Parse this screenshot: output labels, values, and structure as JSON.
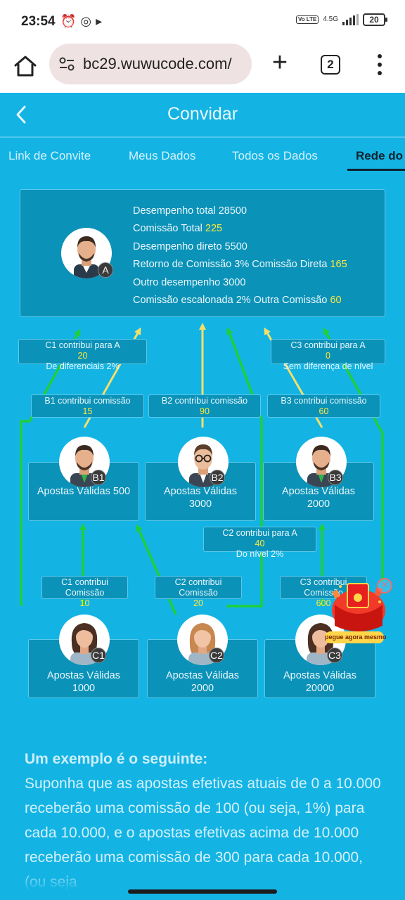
{
  "status_bar": {
    "time": "23:54",
    "network": "4.5G",
    "volte": "Vo LTE",
    "battery": "20"
  },
  "browser": {
    "url": "bc29.wuwucode.com/",
    "tab_count": "2"
  },
  "header": {
    "title": "Convidar"
  },
  "tabs": [
    {
      "label": "Link de Convite",
      "active": false
    },
    {
      "label": "Meus Dados",
      "active": false
    },
    {
      "label": "Todos os Dados",
      "active": false
    },
    {
      "label": "Rede do",
      "active": true
    }
  ],
  "top_card": {
    "badge": "A",
    "lines": [
      {
        "text": "Desempenho total 28500",
        "value": ""
      },
      {
        "text": "Comissão Total",
        "value": "225"
      },
      {
        "text": "Desempenho direto 5500",
        "value": ""
      },
      {
        "text": "Retorno de Comissão 3% Comissão Direta",
        "value": "165"
      },
      {
        "text": "Outro desempenho 3000",
        "value": ""
      },
      {
        "text": "Comissão escalonada 2% Outra Comissão",
        "value": "60"
      }
    ]
  },
  "labels": {
    "c1_a": {
      "line1": "C1 contribui para A",
      "value": "20",
      "line2": "De diferenciais 2%"
    },
    "c3_a": {
      "line1": "C3 contribui para A",
      "value": "0",
      "line2": "Sem diferença de nível"
    },
    "b1": {
      "line1": "B1 contribui comissão",
      "value": "15"
    },
    "b2": {
      "line1": "B2 contribui comissão",
      "value": "90"
    },
    "b3": {
      "line1": "B3 contribui comissão",
      "value": "60"
    },
    "c2_a": {
      "line1": "C2 contribui para A",
      "value": "40",
      "line2": "Do nível 2%"
    },
    "c1_b": {
      "line1": "C1 contribui",
      "line2": "Comissão",
      "value": "10"
    },
    "c2_b": {
      "line1": "C2 contribui",
      "line2": "Comissão",
      "value": "20"
    },
    "c3_b": {
      "line1": "C3 contribui",
      "line2": "Comissão",
      "value": "600"
    }
  },
  "b_boxes": [
    {
      "badge": "B1",
      "line1": "Apostas Válidas 500",
      "line2": ""
    },
    {
      "badge": "B2",
      "line1": "Apostas Válidas",
      "line2": "3000"
    },
    {
      "badge": "B3",
      "line1": "Apostas Válidas",
      "line2": "2000"
    }
  ],
  "c_boxes": [
    {
      "badge": "C1",
      "line1": "Apostas Válidas",
      "line2": "1000"
    },
    {
      "badge": "C2",
      "line1": "Apostas Válidas",
      "line2": "2000"
    },
    {
      "badge": "C3",
      "line1": "Apostas Válidas",
      "line2": "20000"
    }
  ],
  "promo": {
    "label": "pegue agora mesmo",
    "close": "×"
  },
  "example": {
    "title": "Um exemplo é o seguinte:",
    "body": "Suponha que as apostas efetivas atuais de 0 a 10.000 receberão uma comissão de 100 (ou seja, 1%) para cada 10.000, e o apostas efetivas acima de 10.000 receberão uma comissão de 300 para cada 10.000, (ou seja"
  },
  "colors": {
    "background": "#13b4e4",
    "card": "#0b92b8",
    "card_border": "#5cc8ea",
    "highlight": "#ffe83a",
    "arrow_green": "#1fcf3a",
    "arrow_yellow": "#f5df6a"
  }
}
